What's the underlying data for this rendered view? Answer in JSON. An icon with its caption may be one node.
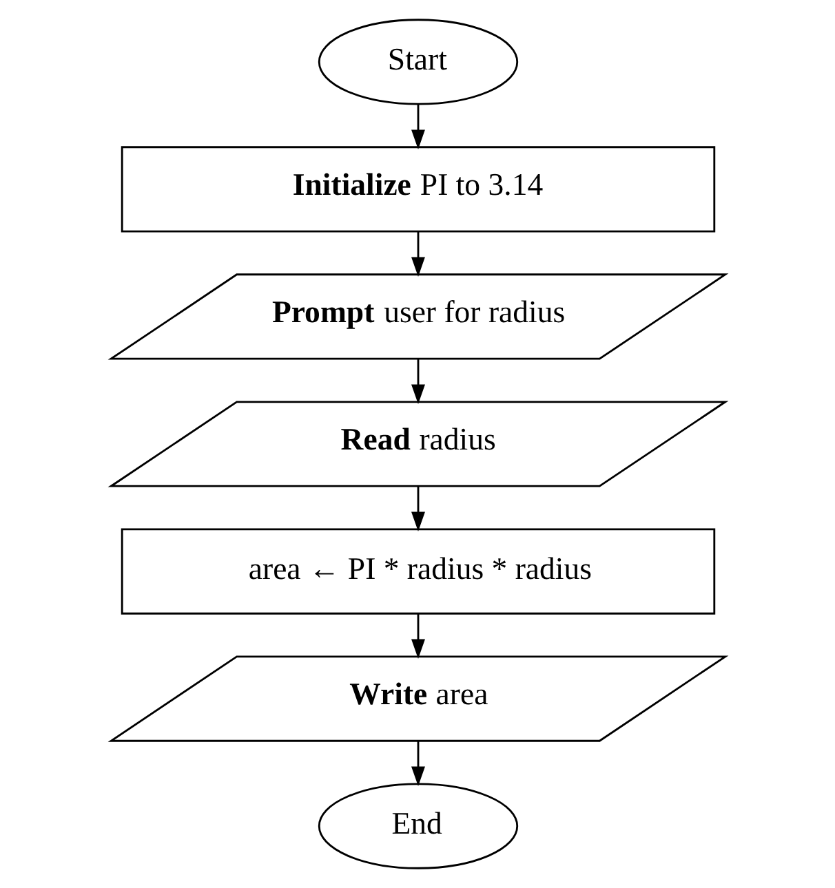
{
  "diagram": {
    "nodes": [
      {
        "text": [
          "Start"
        ]
      },
      {
        "text": [
          "**Initialize** PI to 3.14"
        ]
      },
      {
        "text": [
          "**Prompt** user for radius"
        ]
      },
      {
        "text": [
          "**Read** radius"
        ]
      },
      {
        "text": [
          "area ← PI * radius * radius"
        ]
      },
      {
        "text": [
          "**Write** area"
        ]
      },
      {
        "text": [
          "End"
        ]
      }
    ],
    "edges": [
      {
        "from": 0,
        "to": 1,
        "arrow": "to"
      },
      {
        "from": 1,
        "to": 2,
        "arrow": "to"
      },
      {
        "from": 2,
        "to": 3,
        "arrow": "to"
      },
      {
        "from": 3,
        "to": 4,
        "arrow": "to"
      },
      {
        "from": 4,
        "to": 5,
        "arrow": "to"
      },
      {
        "from": 5,
        "to": 6,
        "arrow": "to"
      }
    ]
  }
}
